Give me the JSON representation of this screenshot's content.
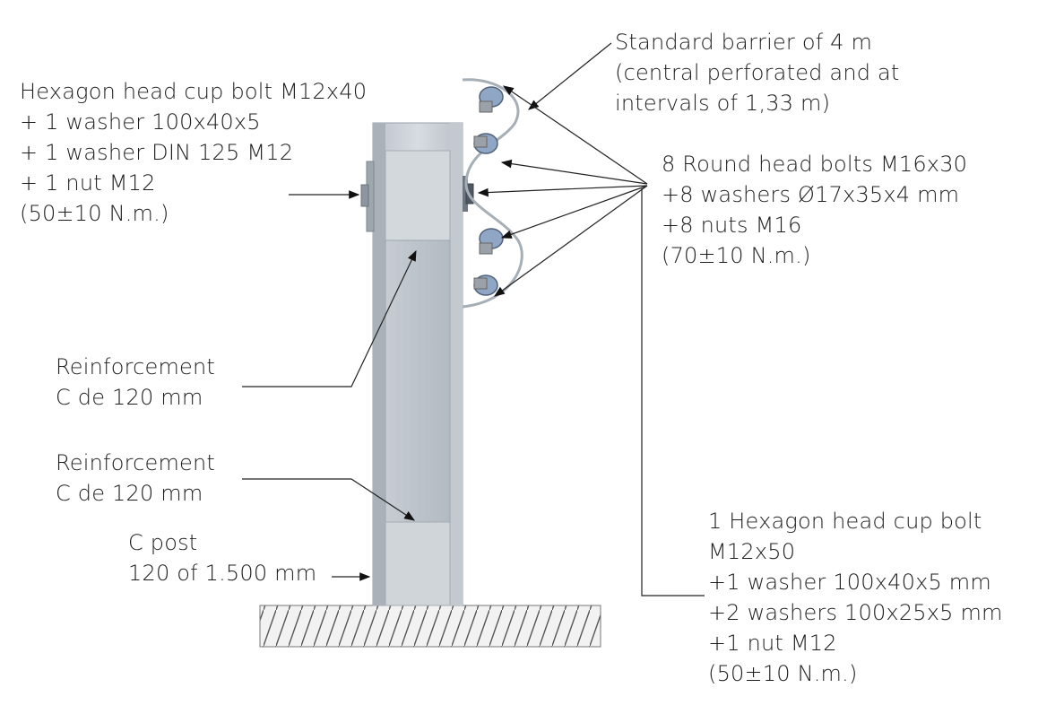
{
  "labels": {
    "cup_bolt_top": {
      "lines": [
        "Hexagon head cup bolt M12x40",
        "+ 1 washer 100x40x5",
        "+ 1 washer DIN 125 M12",
        "+ 1 nut M12",
        "(50±10 N.m.)"
      ]
    },
    "barrier": {
      "lines": [
        "Standard barrier of 4 m",
        "(central perforated and at",
        "intervals of 1,33 m)"
      ]
    },
    "round_bolts": {
      "lines": [
        "8 Round head bolts M16x30",
        "+8 washers Ø17x35x4 mm",
        "+8 nuts M16",
        "(70±10 N.m.)"
      ]
    },
    "reinforcement_1": {
      "lines": [
        "Reinforcement",
        "C de 120 mm"
      ]
    },
    "reinforcement_2": {
      "lines": [
        "Reinforcement",
        "C de 120 mm"
      ]
    },
    "post": {
      "lines": [
        "C post",
        "120 of 1.500 mm"
      ]
    },
    "cup_bolt_bottom": {
      "lines": [
        "1 Hexagon head cup bolt",
        "M12x50",
        "+1 washer 100x40x5 mm",
        "+2 washers 100x25x5 mm",
        "+1 nut M12",
        "(50±10 N.m.)"
      ]
    }
  },
  "colors": {
    "text": "#1e1e1e",
    "leader_line": "#444444",
    "post_steel": "#cfd4d9",
    "post_shadow": "#a9b0b7",
    "bolt_head": "#8fa6c4",
    "ground_hatch": "#555555"
  }
}
